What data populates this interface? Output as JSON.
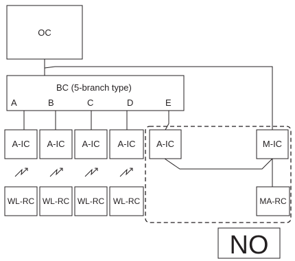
{
  "oc_label": "OC",
  "bc_label": "BC (5-branch type)",
  "branch_letters": [
    "A",
    "B",
    "C",
    "D",
    "E"
  ],
  "indoor_units": [
    "A-IC",
    "A-IC",
    "A-IC",
    "A-IC",
    "A-IC",
    "M-IC"
  ],
  "wireless_remotes": [
    "WL-RC",
    "WL-RC",
    "WL-RC",
    "WL-RC"
  ],
  "ma_remote": "MA-RC",
  "verdict": "NO"
}
